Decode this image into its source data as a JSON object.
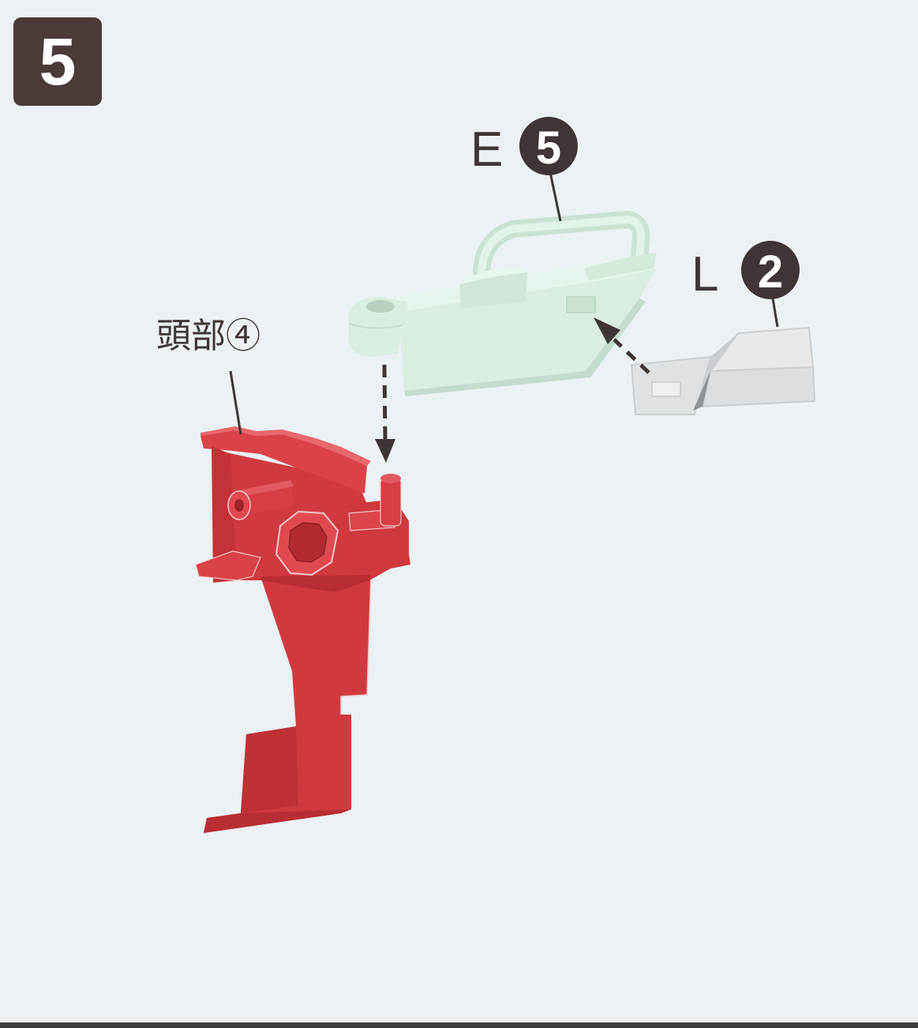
{
  "step": {
    "number": "5"
  },
  "parts": {
    "head": {
      "label": "頭部④"
    },
    "e": {
      "letter": "E",
      "number": "5"
    },
    "l": {
      "letter": "L",
      "number": "2"
    }
  },
  "colors": {
    "background": "#ebf1f4",
    "badge": "#4a3a38",
    "red_part": "#d23a3f",
    "green_part": "#d9ede0",
    "clear_part": "#dcdfe1",
    "ink": "#3f3534"
  }
}
